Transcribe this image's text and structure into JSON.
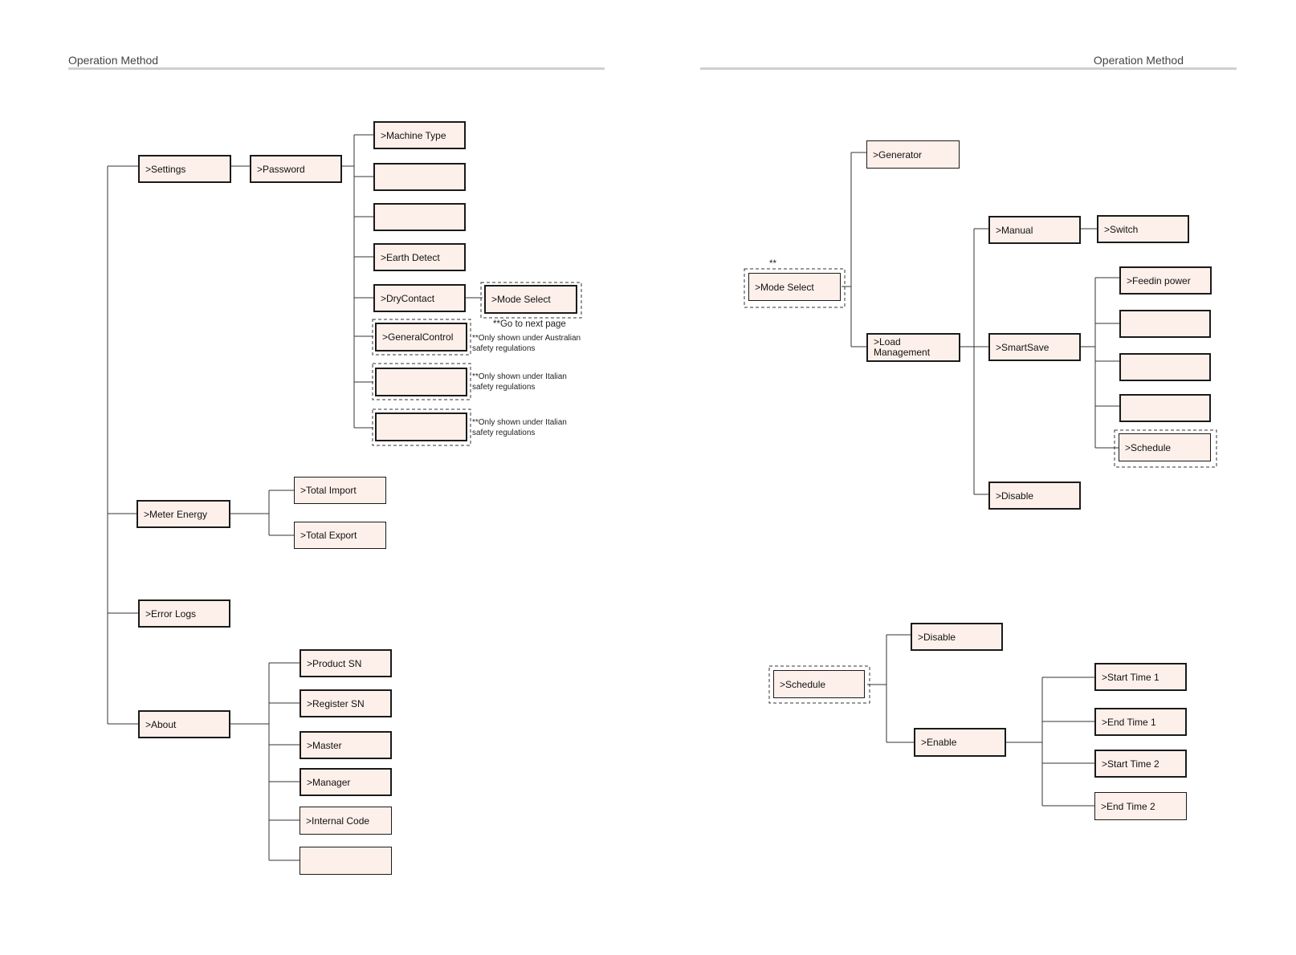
{
  "header": {
    "left_title": "Operation Method",
    "right_title": "Operation Method"
  },
  "left_tree": {
    "settings": ">Settings",
    "password": ">Password",
    "machine_type": ">Machine Type",
    "blank_1": "",
    "blank_2": "",
    "earth_detect": ">Earth Detect",
    "dry_contact": ">DryContact",
    "mode_select": ">Mode Select",
    "go_next_page": "**Go to next page",
    "general_control": ">GeneralControl",
    "note_australian_1": "**Only shown under Australian",
    "note_australian_2": "safety regulations",
    "blank_italian_1": "",
    "note_italian_a1": "**Only shown under Italian",
    "note_italian_a2": "safety regulations",
    "blank_italian_2": "",
    "note_italian_b1": "**Only shown under Italian",
    "note_italian_b2": "safety regulations",
    "meter_energy": ">Meter Energy",
    "total_import": ">Total Import",
    "total_export": ">Total Export",
    "error_logs": ">Error  Logs",
    "about": ">About",
    "product_sn": ">Product SN",
    "register_sn": ">Register SN",
    "master": ">Master",
    "manager": ">Manager",
    "internal_code": ">Internal Code",
    "blank_about": ""
  },
  "right_tree": {
    "stars": "**",
    "mode_select": ">Mode Select",
    "generator": ">Generator",
    "load_management": ">Load Management",
    "manual": ">Manual",
    "switch": ">Switch",
    "smartsave": ">SmartSave",
    "feedin_power": ">Feedin power",
    "blank_1": "",
    "blank_2": "",
    "blank_3": "",
    "schedule": ">Schedule",
    "disable": ">Disable"
  },
  "schedule_tree": {
    "schedule": ">Schedule",
    "disable": ">Disable",
    "enable": ">Enable",
    "start_time_1": ">Start Time 1",
    "end_time_1": ">End Time 1",
    "start_time_2": ">Start  Time 2",
    "end_time_2": ">End Time 2"
  }
}
